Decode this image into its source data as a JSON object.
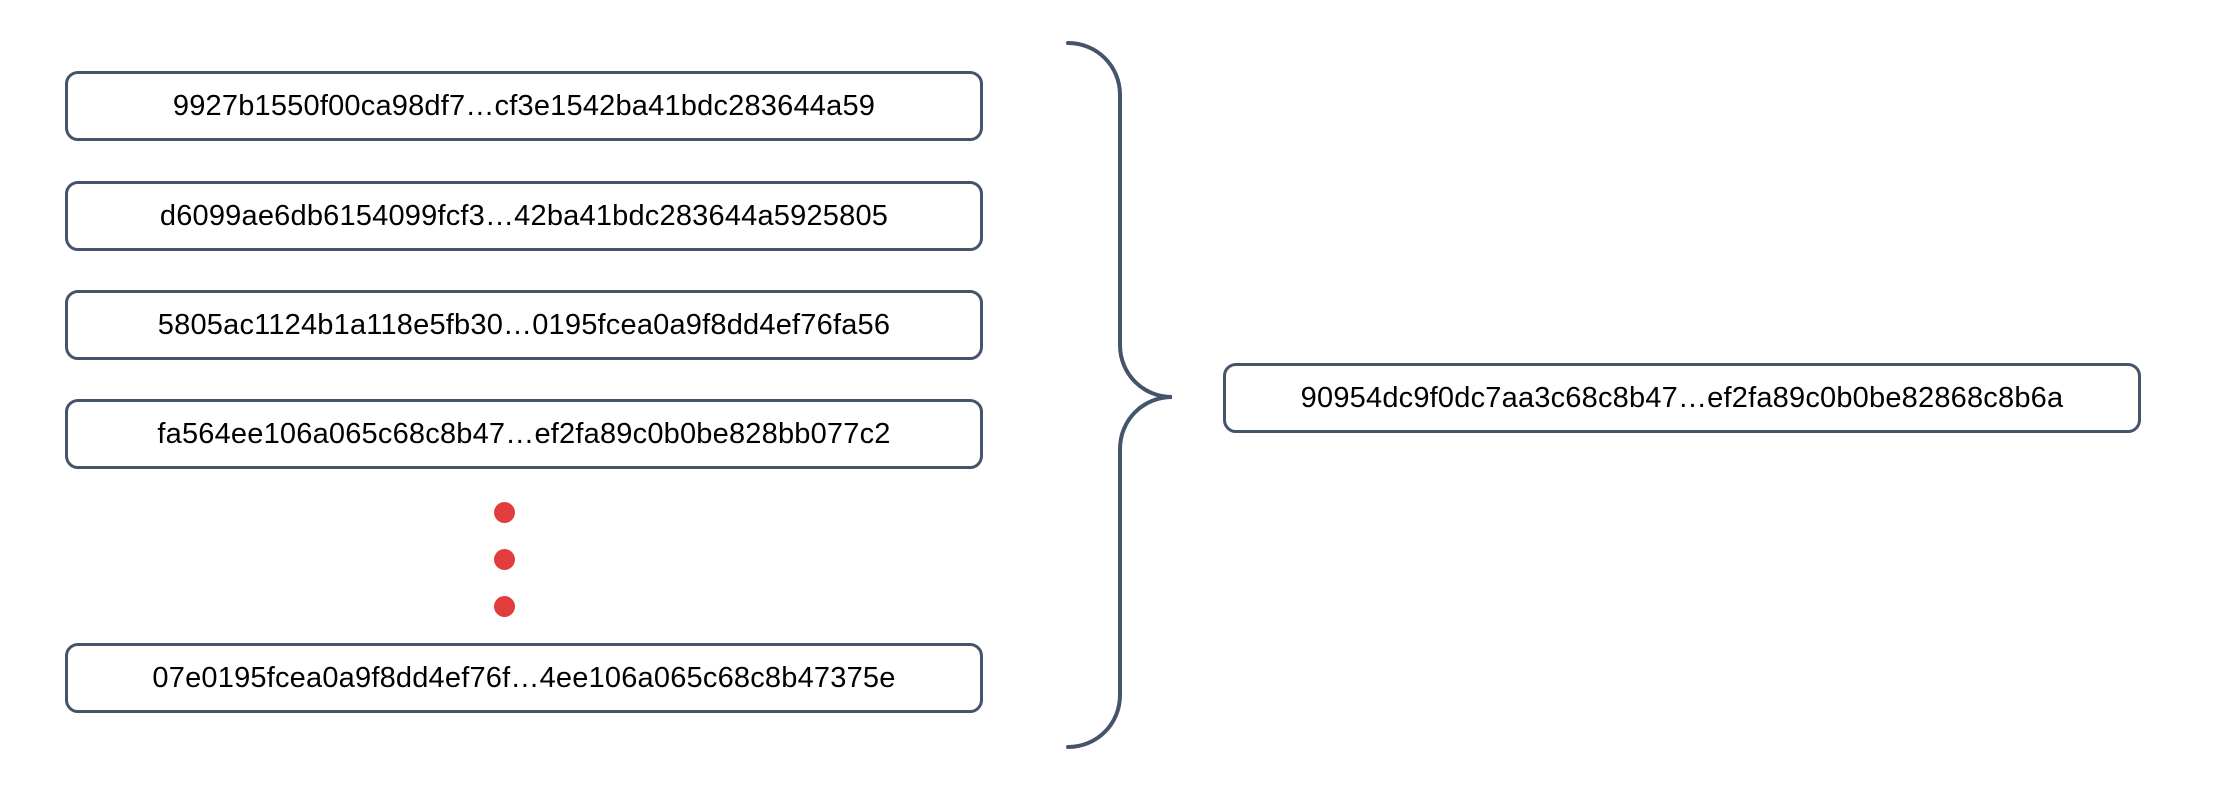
{
  "colors": {
    "outline": "#44546A",
    "dot": "#E23D3D",
    "background": "#FFFFFF",
    "text": "#000000"
  },
  "left_column": {
    "blocks": [
      {
        "label": "9927b1550f00ca98df7…cf3e1542ba41bdc283644a59"
      },
      {
        "label": "d6099ae6db6154099fcf3…42ba41bdc283644a5925805"
      },
      {
        "label": "5805ac1124b1a118e5fb30…0195fcea0a9f8dd4ef76fa56"
      },
      {
        "label": "fa564ee106a065c68c8b47…ef2fa89c0b0be828bb077c2"
      },
      {
        "label": "07e0195fcea0a9f8dd4ef76f…4ee106a065c68c8b47375e"
      }
    ],
    "ellipsis_dot_count": 3
  },
  "result_block": {
    "label": "90954dc9f0dc7aa3c68c8b47…ef2fa89c0b0be82868c8b6a"
  }
}
